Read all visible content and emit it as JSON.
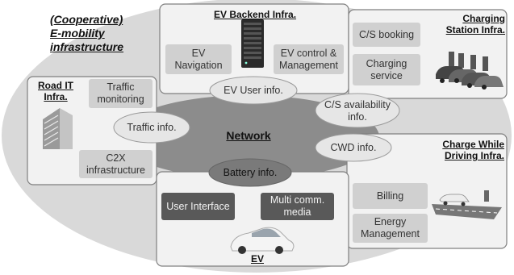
{
  "title": [
    "(Cooperative)",
    "E-mobility",
    "infrastructure"
  ],
  "center": {
    "label": "Network"
  },
  "panels": {
    "ev_backend": {
      "title": "EV Backend Infra.",
      "boxes": [
        "EV Navigation",
        "EV control & Management"
      ],
      "box_lines": [
        [
          "EV",
          "Navigation"
        ],
        [
          "EV control &",
          "Management"
        ]
      ]
    },
    "charging_station": {
      "title": [
        "Charging",
        "Station Infra."
      ],
      "boxes": [
        "C/S booking",
        [
          "Charging",
          "service"
        ]
      ]
    },
    "road_it": {
      "title": [
        "Road IT",
        "Infra."
      ],
      "boxes": [
        [
          "Traffic",
          "monitoring"
        ],
        [
          "C2X",
          "infrastructure"
        ]
      ]
    },
    "cwd": {
      "title": [
        "Charge While",
        "Driving Infra."
      ],
      "boxes": [
        "Billing",
        [
          "Energy",
          "Management"
        ]
      ]
    },
    "ev": {
      "title": "EV",
      "boxes": [
        "User Interface",
        [
          "Multi comm.",
          "media"
        ]
      ]
    }
  },
  "info_ellipses": {
    "ev_user": "EV User info.",
    "cs_availability": [
      "C/S availability",
      "info."
    ],
    "traffic": "Traffic info.",
    "cwd": "CWD info.",
    "battery": "Battery info."
  },
  "colors": {
    "background_ellipse": "#d9d9d9",
    "network_ellipse": "#8c8c8c",
    "panel_fill": "#f2f2f2",
    "panel_border": "#808080",
    "box_light": "#d0d0d0",
    "box_dark": "#595959",
    "info_ellipse": "#e6e6e6"
  },
  "icons": [
    "server-rack-icon",
    "car-fleet-charging-icon",
    "office-building-icon",
    "wireless-charging-road-icon",
    "electric-car-icon"
  ]
}
